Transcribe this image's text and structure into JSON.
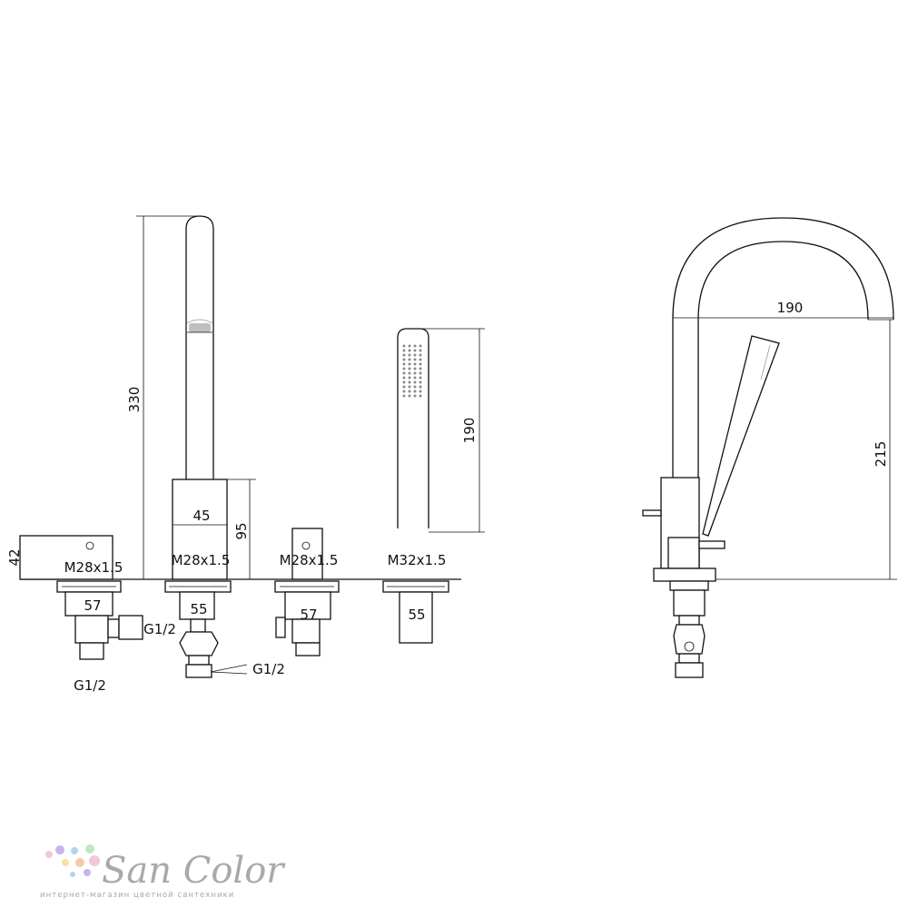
{
  "dimensions": {
    "spout_height": "330",
    "diverter_height": "95",
    "diverter_width": "45",
    "handshower_length": "190",
    "valve_height": "42",
    "thread_valve_left": "M28x1.5",
    "thread_diverter": "M28x1.5",
    "thread_valve_right": "M28x1.5",
    "thread_shower": "M32x1.5",
    "depth_valve_left": "57",
    "depth_diverter": "55",
    "depth_valve_right": "57",
    "depth_shower": "55",
    "inlet_left_side": "G1/2",
    "inlet_left_bottom": "G1/2",
    "inlet_diverter": "G1/2",
    "side_reach": "190",
    "side_height": "215"
  },
  "watermark": {
    "brand": "San Color",
    "tagline": "интернет-магазин цветной сантехники",
    "dot_colors": [
      "#f4c6da",
      "#c9b3ec",
      "#b3d3f1",
      "#c2e8c0",
      "#f6e2a6",
      "#f7c9a8"
    ]
  }
}
